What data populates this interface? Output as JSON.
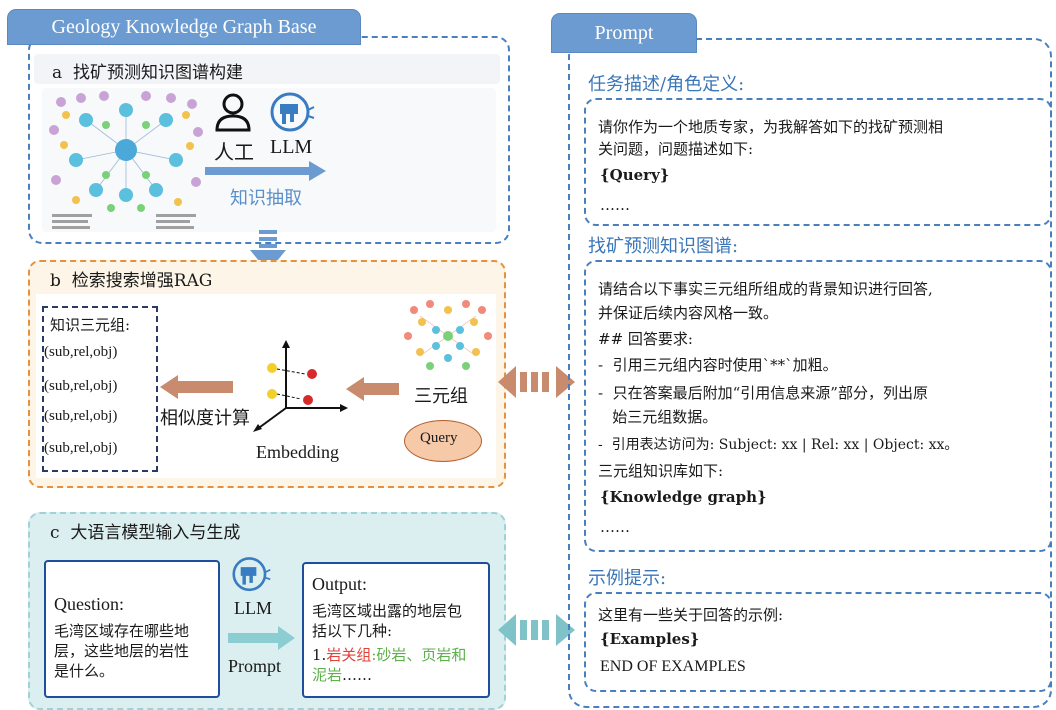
{
  "left": {
    "title": "Geology Knowledge Graph Base",
    "a": {
      "heading": "a  找矿预测知识图谱构建",
      "human_label": "人工",
      "llm_label": "LLM",
      "extract_label": "知识抽取"
    },
    "b": {
      "heading": "b  检索搜索增强RAG",
      "triples_title": "知识三元组:",
      "triples": [
        "(sub,rel,obj)",
        "(sub,rel,obj)",
        "(sub,rel,obj)",
        "(sub,rel,obj)"
      ],
      "similarity_label": "相似度计算",
      "embedding_label": "Embedding",
      "triple_group_label": "三元组",
      "query_label": "Query"
    },
    "c": {
      "heading": "c  大语言模型输入与生成",
      "question_title": "Question:",
      "question_lines": [
        "毛湾区域存在哪些地",
        "层，这些地层的岩性",
        "是什么。"
      ],
      "llm_label": "LLM",
      "prompt_label": "Prompt",
      "output_title": "Output:",
      "output_lines": [
        "毛湾区域出露的地层包",
        "括以下几种:"
      ],
      "output_item_prefix": "1.",
      "output_item_red": "岩关组",
      "output_item_sep": ":",
      "output_item_green": "砂岩、页岩和",
      "output_item_green2": "泥岩",
      "output_item_tail": "……"
    }
  },
  "right": {
    "title": "Prompt",
    "task_title": "任务描述/角色定义:",
    "task_lines": [
      "请你作为一个地质专家，为我解答如下的找矿预测相",
      "关问题，问题描述如下:"
    ],
    "task_var": "{Query}",
    "task_ellipsis": "……",
    "kg_title": "找矿预测知识图谱:",
    "kg_lines": [
      "请结合以下事实三元组所组成的背景知识进行回答,",
      "并保证后续内容风格一致。",
      "## 回答要求:",
      "-  引用三元组内容时使用`**`加粗。",
      "-  只在答案最后附加“引用信息来源”部分，列出原",
      "   始三元组数据。",
      "-  引用表达访问为: Subject: xx | Rel: xx | Object: xx。",
      "三元组知识库如下:"
    ],
    "kg_var": "{Knowledge graph}",
    "kg_ellipsis": "……",
    "examples_title": "示例提示:",
    "examples_line": "这里有一些关于回答的示例:",
    "examples_var": "{Examples}",
    "examples_end": "END OF EXAMPLES"
  },
  "colors": {
    "tab_blue": "#6b9bd1",
    "panel_dash": "#4a7fbf",
    "rag_orange": "#e8913a",
    "rag_bg": "#fdf6e8",
    "gen_bg": "#dceff0",
    "arrow_brown": "#c98b6e",
    "arrow_teal": "#7fc3c9",
    "red_text": "#e0423a",
    "green_text": "#5db04a"
  }
}
